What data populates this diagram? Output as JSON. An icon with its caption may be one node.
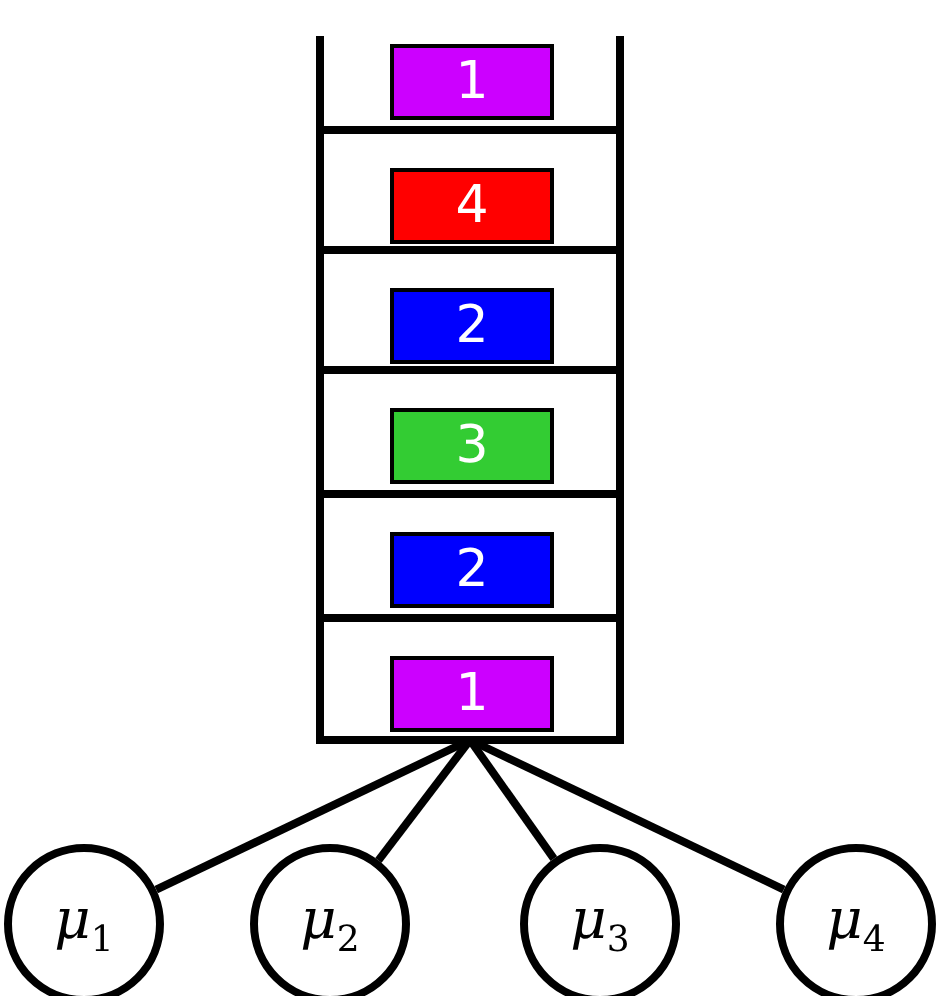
{
  "diagram": {
    "nodes": [
      {
        "text": [],
        "shape": "box"
      },
      {
        "text": [
          "1"
        ],
        "in": 0
      },
      {
        "text": [
          "4"
        ],
        "in": 0
      },
      {
        "text": [
          "2"
        ],
        "in": 0
      },
      {
        "text": [
          "3"
        ],
        "in": 0
      },
      {
        "text": [
          "2"
        ],
        "in": 0
      },
      {
        "text": [
          "1"
        ],
        "in": 0
      },
      {
        "text": [
          "μ$_{1}$"
        ]
      },
      {
        "text": [
          "μ$_{2}$"
        ]
      },
      {
        "text": [
          "μ$_{3}$"
        ]
      },
      {
        "text": [
          "μ$_{4}$"
        ]
      }
    ],
    "edges": [
      {
        "from": 0,
        "to": 7,
        "arrow": "none"
      },
      {
        "from": 0,
        "to": 8,
        "arrow": "none"
      },
      {
        "from": 0,
        "to": 9,
        "arrow": "none"
      },
      {
        "from": 0,
        "to": 10,
        "arrow": "none"
      }
    ]
  }
}
